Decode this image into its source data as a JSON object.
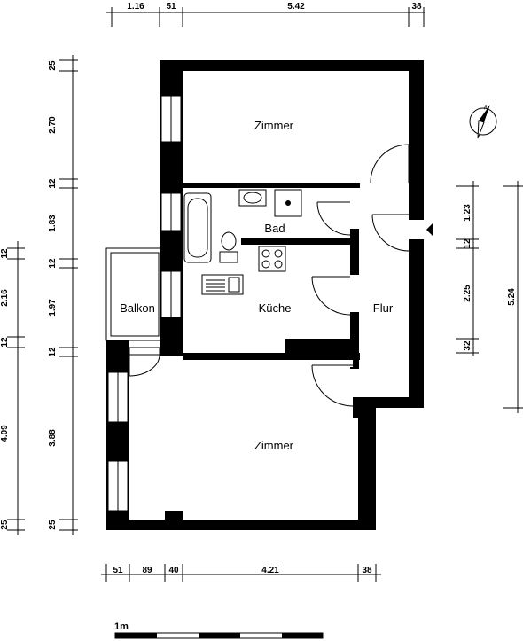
{
  "rooms": {
    "zimmer_top": "Zimmer",
    "bad": "Bad",
    "kueche": "Küche",
    "flur": "Flur",
    "balkon": "Balkon",
    "zimmer_bottom": "Zimmer"
  },
  "dimensions": {
    "top": [
      "1.16",
      "51",
      "5.42",
      "38"
    ],
    "bottom": [
      "51",
      "89",
      "40",
      "4.21",
      "38"
    ],
    "left_inner": [
      "25",
      "2.70",
      "12",
      "1.83",
      "12",
      "1.97",
      "12",
      "3.88",
      "25"
    ],
    "left_outer": [
      "12",
      "2.16",
      "12",
      "4.09",
      "25"
    ],
    "right_inner": [
      "1.23",
      "12",
      "2.25",
      "32"
    ],
    "right_outer": [
      "5.24"
    ]
  },
  "scale": {
    "label": "1m"
  },
  "north": {
    "label": "N"
  }
}
